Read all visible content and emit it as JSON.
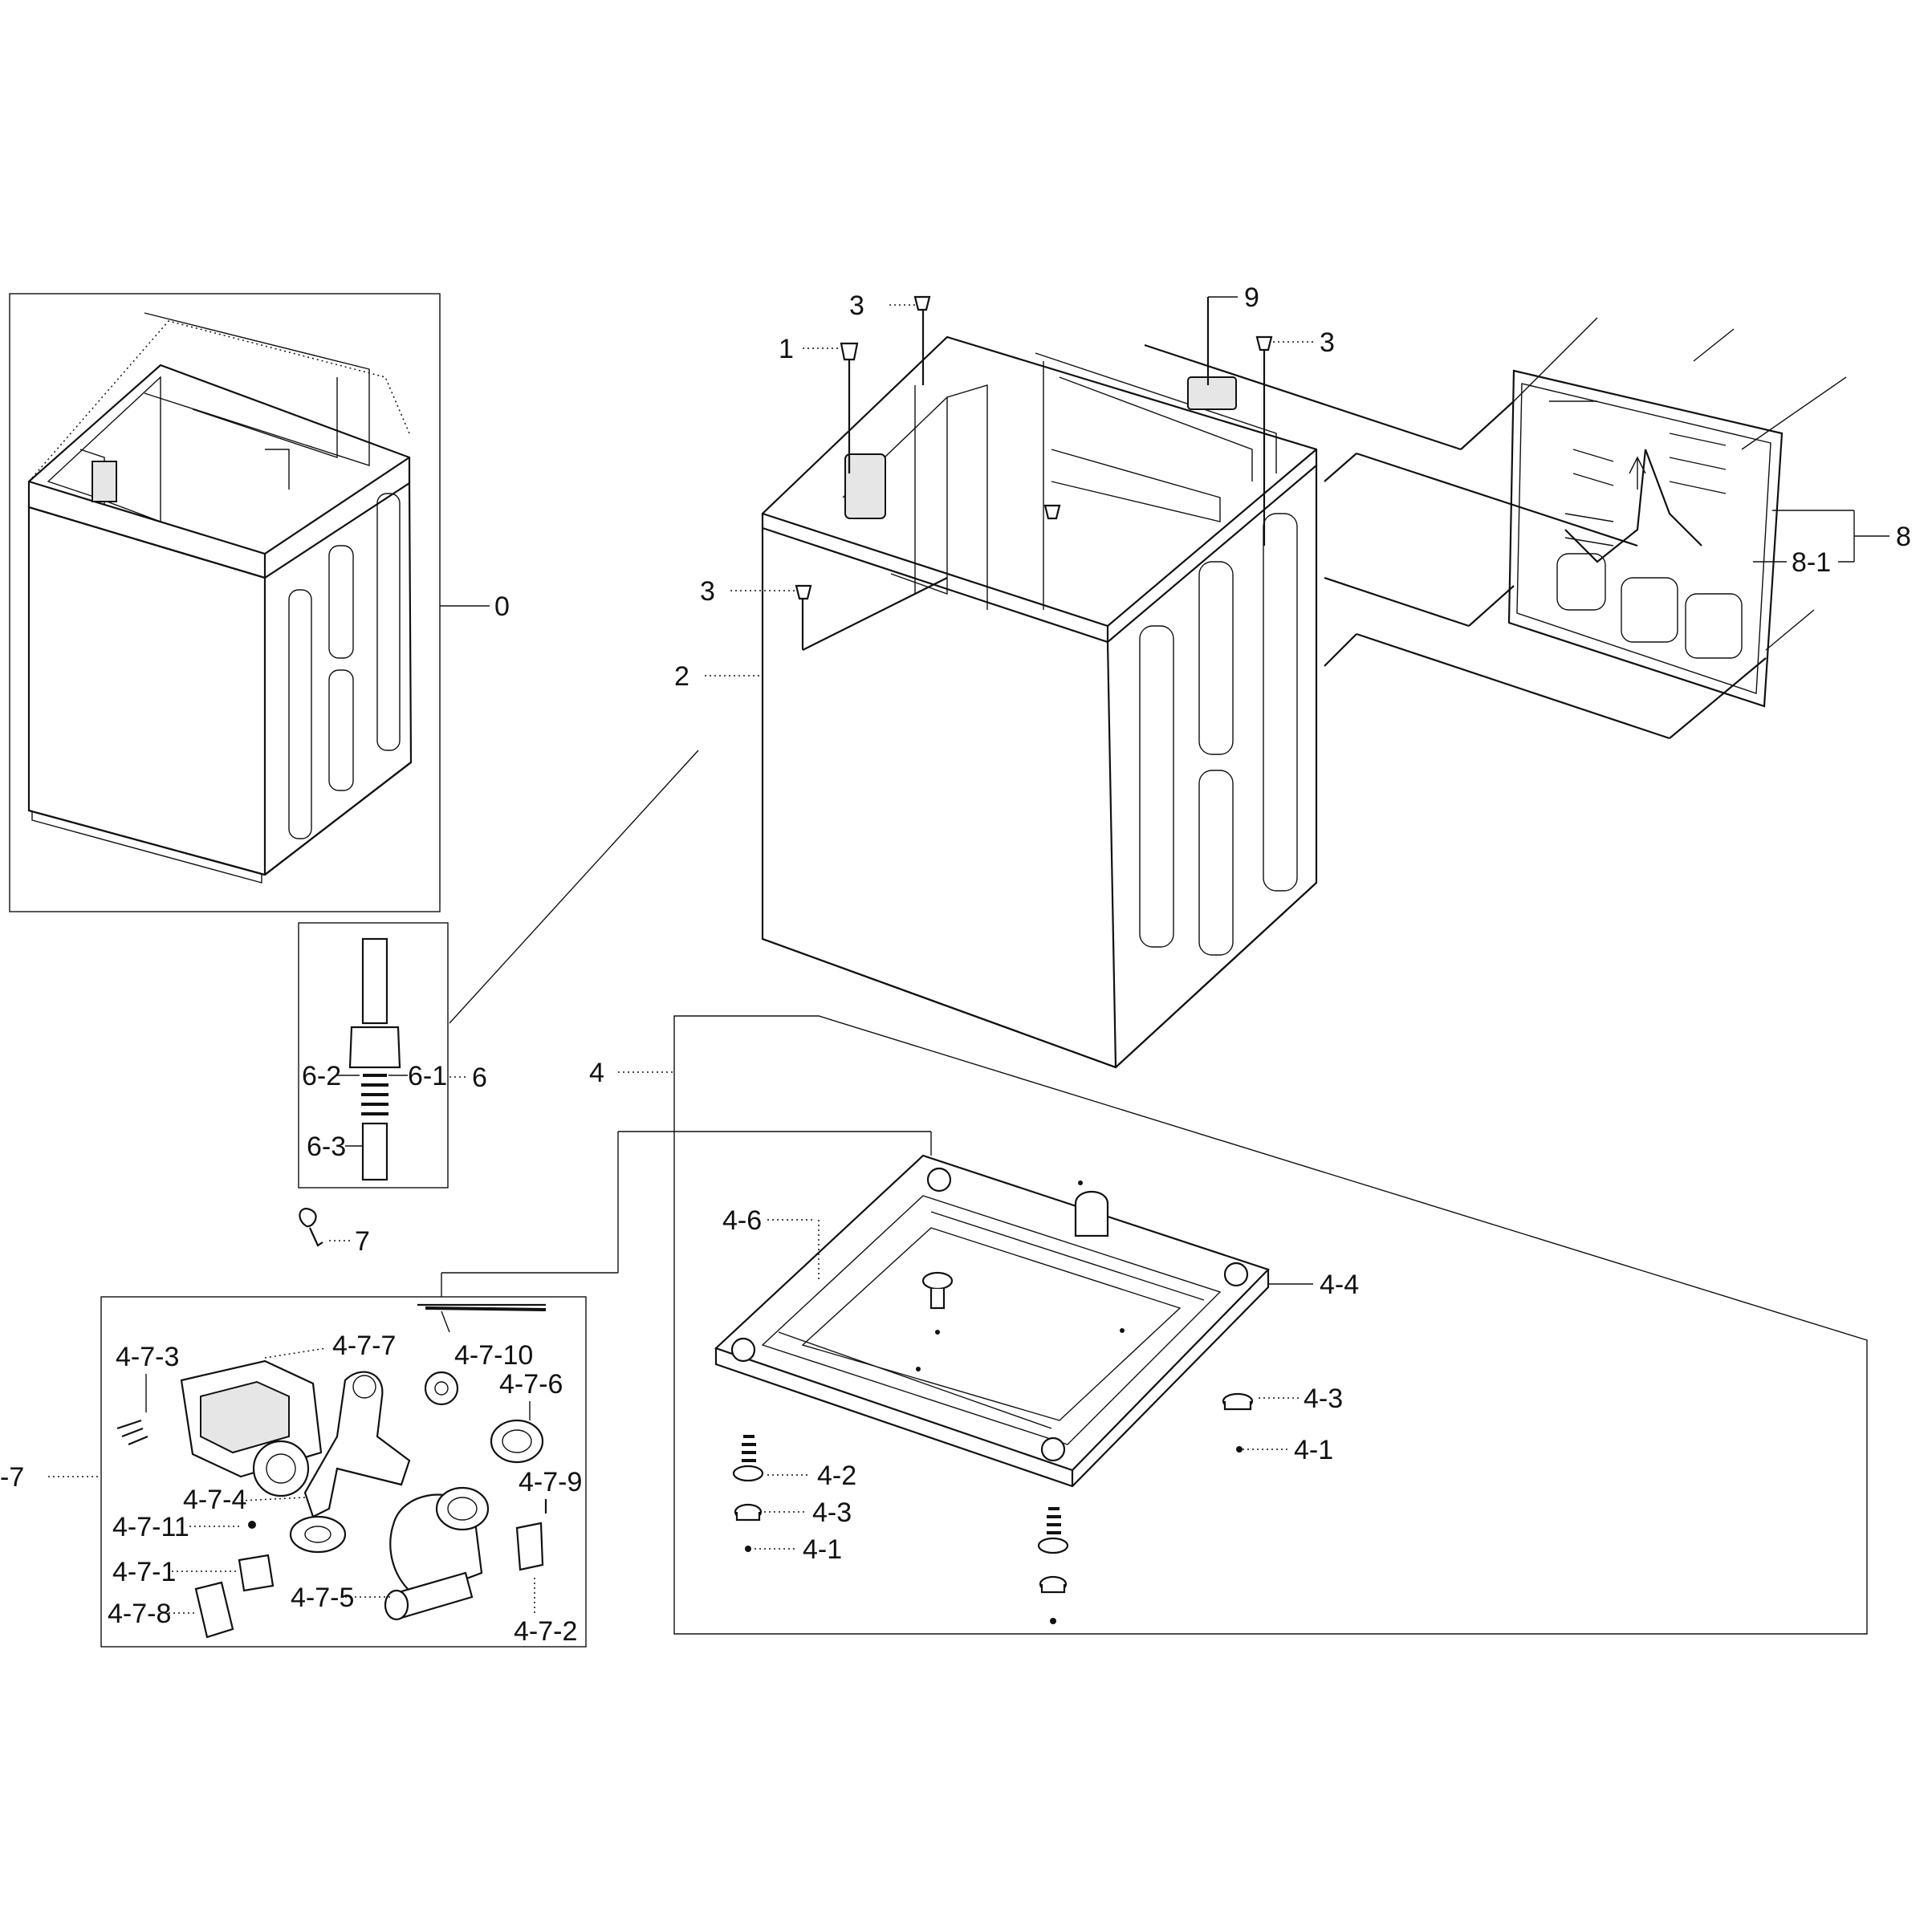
{
  "labels": {
    "part_0": "0",
    "part_1": "1",
    "part_2": "2",
    "part_3_a": "3",
    "part_3_b": "3",
    "part_3_c": "3",
    "part_9": "9",
    "part_8": "8",
    "part_8_1": "8-1",
    "part_6": "6",
    "part_6_1": "6-1",
    "part_6_2": "6-2",
    "part_6_3": "6-3",
    "part_7": "7",
    "part_4": "4",
    "part_4_6": "4-6",
    "part_4_4": "4-4",
    "part_4_3_a": "4-3",
    "part_4_3_b": "4-3",
    "part_4_1_a": "4-1",
    "part_4_1_b": "4-1",
    "part_4_2": "4-2",
    "part_4_7": "-7",
    "part_4_7_1": "4-7-1",
    "part_4_7_2": "4-7-2",
    "part_4_7_3": "4-7-3",
    "part_4_7_4": "4-7-4",
    "part_4_7_5": "4-7-5",
    "part_4_7_6": "4-7-6",
    "part_4_7_7": "4-7-7",
    "part_4_7_8": "4-7-8",
    "part_4_7_9": "4-7-9",
    "part_4_7_10": "4-7-10",
    "part_4_7_11": "4-7-11"
  }
}
